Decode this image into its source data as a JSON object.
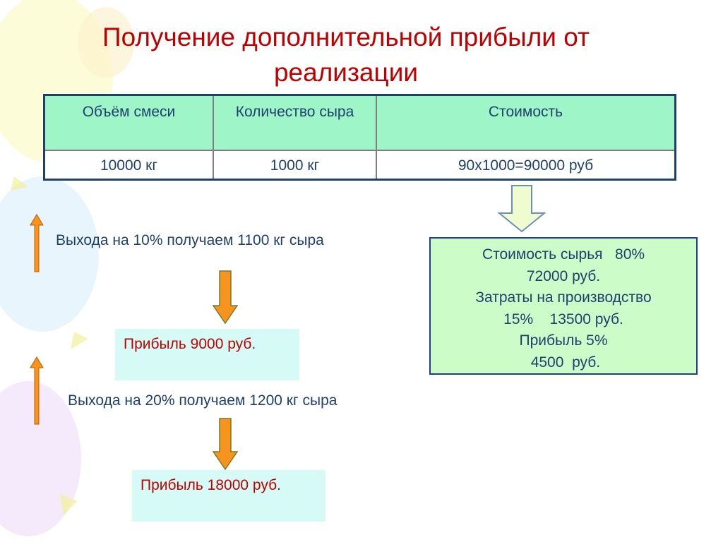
{
  "slide": {
    "title": "Получение дополнительной прибыли от реализации",
    "colors": {
      "title": "#c00000",
      "text": "#1f3f6e",
      "header_fill": "#9ef5c8",
      "box_fill": "#ccfcc8",
      "profit_fill": "#d6fbf6",
      "arrow_orange": "#f7941d"
    }
  },
  "table": {
    "headers": [
      "Объём смеси",
      "Количество сыра",
      "Стоимость"
    ],
    "rows": [
      [
        "10000 кг",
        "1000 кг",
        "90х1000=90000 руб"
      ]
    ]
  },
  "yield1": {
    "text": "Выхода на 10% получаем 1100 кг сыра",
    "profit": "Прибыль 9000 руб",
    "period": "."
  },
  "yield2": {
    "text": "Выхода на 20% получаем 1200 кг сыра",
    "profit": "Прибыль 18000 руб",
    "period": "."
  },
  "cost_breakdown": {
    "lines": [
      "Стоимость сырья   80%",
      "72000 руб.",
      "Затраты на производство",
      "15%    13500 руб.",
      "Прибыль 5%",
      " 4500  руб."
    ]
  },
  "icons": {
    "up_arrow_1": "up-arrow-icon",
    "up_arrow_2": "up-arrow-icon",
    "down_arrow_1": "down-arrow-icon",
    "down_arrow_2": "down-arrow-icon",
    "down_arrow_table": "down-arrow-icon"
  }
}
